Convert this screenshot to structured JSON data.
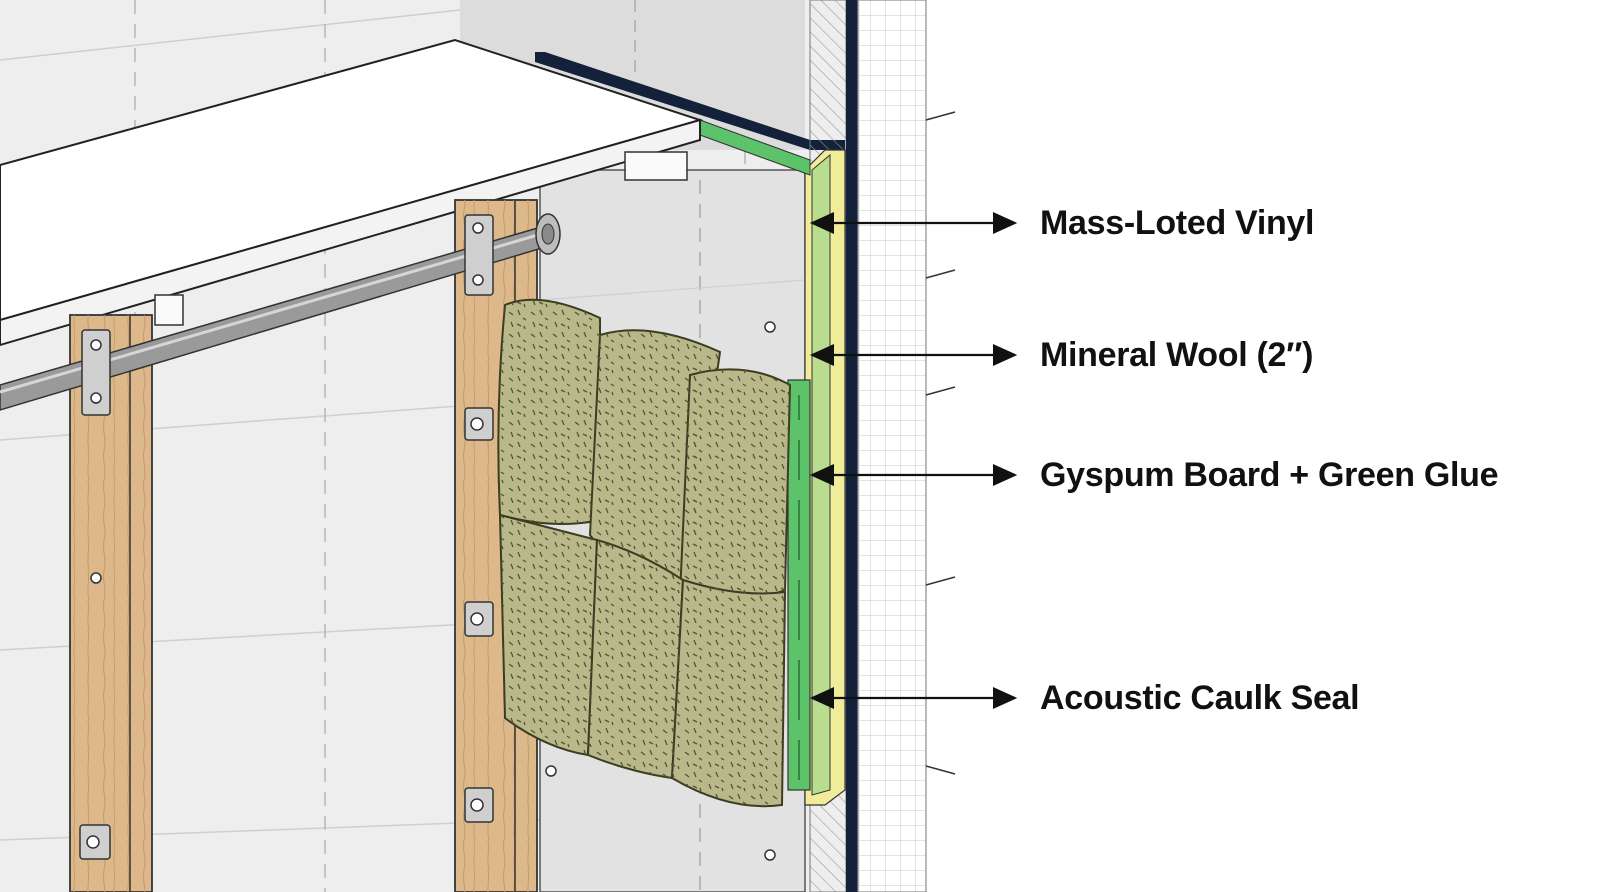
{
  "diagram": {
    "callouts": [
      {
        "id": "mass-loaded-vinyl",
        "label": "Mass-Loted Vinyl"
      },
      {
        "id": "mineral-wool",
        "label": "Mineral Wool (2″)"
      },
      {
        "id": "gypsum-green-glue",
        "label": "Gyspum Board + Green Glue"
      },
      {
        "id": "acoustic-caulk",
        "label": "Acoustic Caulk Seal"
      }
    ]
  },
  "colors": {
    "background": "#ffffff",
    "wall_gray": "#e6e6e6",
    "stud_wood": "#dcb88a",
    "mineral_wool": "#b8b88a",
    "green_glue": "#5cc36b",
    "caulk_yellow": "#f1ec9a",
    "outline": "#1e1e1e",
    "dark_frame": "#13213a"
  }
}
